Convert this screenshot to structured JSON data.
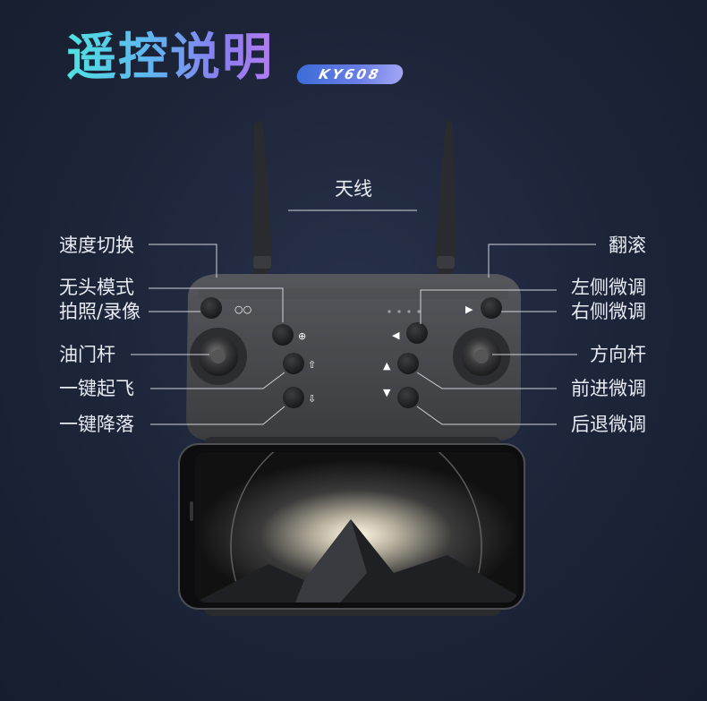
{
  "header": {
    "title": "遥控说明",
    "model_badge": "KY608"
  },
  "labels": {
    "antenna": "天线",
    "speed_switch": "速度切换",
    "headless_mode": "无头模式",
    "photo_video": "拍照/录像",
    "throttle_stick": "油门杆",
    "takeoff": "一键起飞",
    "landing": "一键降落",
    "roll": "翻滚",
    "left_trim": "左侧微调",
    "right_trim": "右侧微调",
    "direction_stick": "方向杆",
    "forward_trim": "前进微调",
    "backward_trim": "后退微调"
  }
}
